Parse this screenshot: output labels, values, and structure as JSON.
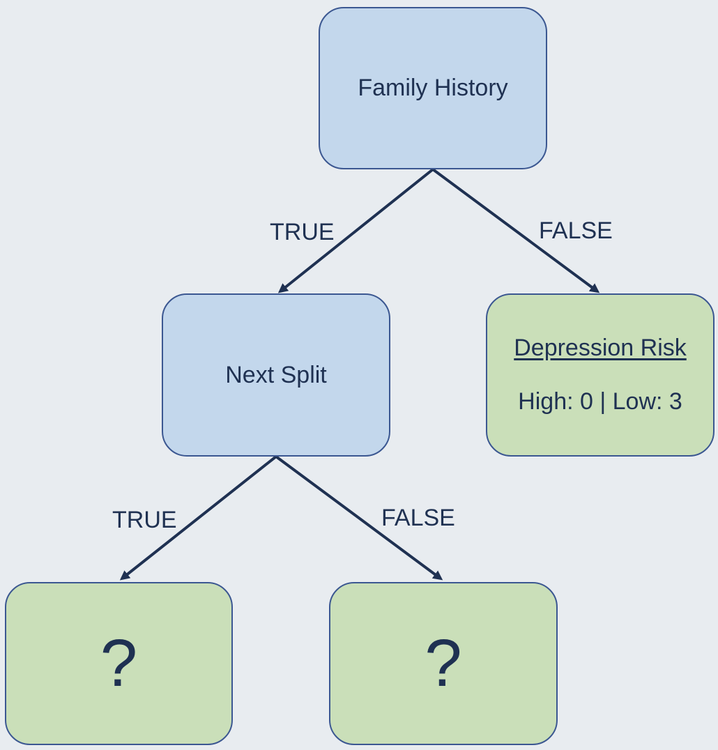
{
  "colors": {
    "background": "#e8ecf0",
    "decision_fill": "#c3d7ec",
    "leaf_fill": "#cadfb9",
    "border": "#3b5791",
    "text_and_arrows": "#1f3152"
  },
  "tree": {
    "root": {
      "label": "Family History",
      "true_label": "TRUE",
      "false_label": "FALSE"
    },
    "next_split": {
      "label": "Next Split",
      "true_label": "TRUE",
      "false_label": "FALSE"
    },
    "root_false_leaf": {
      "title": "Depression Risk",
      "counts": "High: 0 | Low: 3"
    },
    "next_true_leaf": {
      "symbol": "?"
    },
    "next_false_leaf": {
      "symbol": "?"
    }
  }
}
